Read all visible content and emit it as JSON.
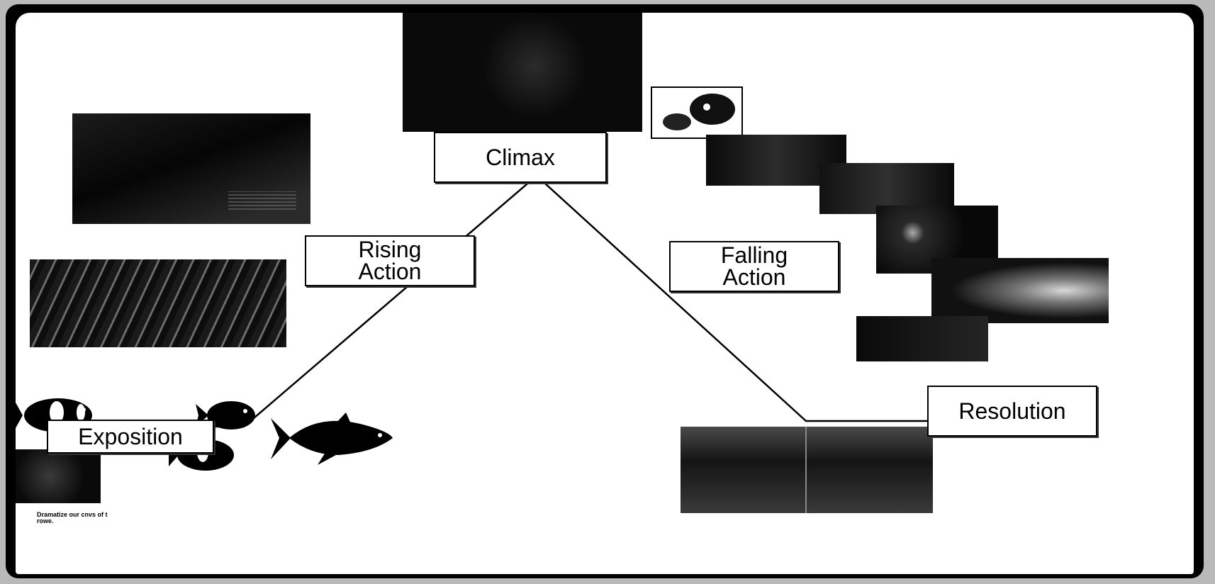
{
  "diagram": {
    "labels": {
      "exposition": "Exposition",
      "rising_action": "Rising\nAction",
      "climax": "Climax",
      "falling_action": "Falling\nAction",
      "resolution": "Resolution"
    },
    "photo_caption": "Dramatize our cnvs of t rowe.",
    "photo_watermark": "Aaraaa aa aa"
  },
  "colors": {
    "background": "#ffffff",
    "frame": "#000000",
    "lines": "#000000"
  },
  "icons": [
    "clownfish-icon",
    "blue-tang-fish-icon",
    "tuna-fish-icon"
  ]
}
